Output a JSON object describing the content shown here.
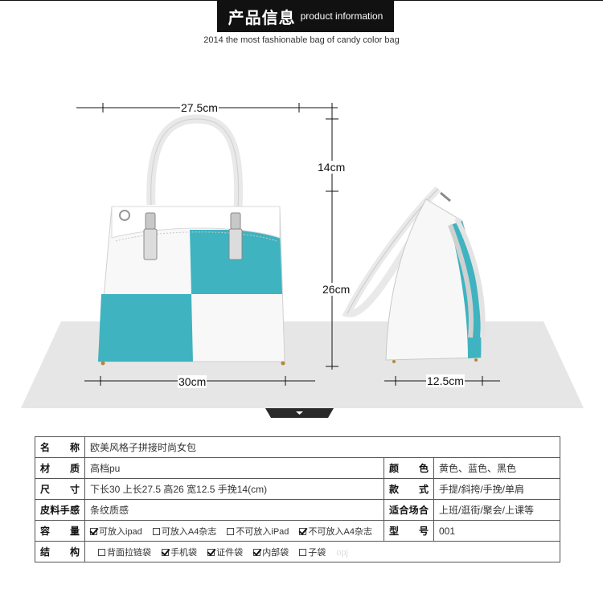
{
  "header": {
    "title_cn": "产品信息",
    "title_en": "product information",
    "subtitle": "2014 the most fashionable bag of candy color bag"
  },
  "dimensions": {
    "length_top": "27.5cm",
    "height_handle": "14cm",
    "height_body": "26cm",
    "length_bottom": "30cm",
    "width": "12.5cm"
  },
  "colors": {
    "teal": "#3fb3c0",
    "white_panel": "#f7f7f7",
    "floor": "#e8e8e8",
    "header_bg": "#111111"
  },
  "table": {
    "name": {
      "label": "名　　称",
      "value": "欧美风格子拼接时尚女包"
    },
    "material": {
      "label": "材　　质",
      "value": "高档pu",
      "label2": "颜　　色",
      "value2": "黄色、蓝色、黑色"
    },
    "size": {
      "label": "尺　　寸",
      "value": "下长30  上长27.5   高26   宽12.5   手挽14(cm)",
      "label2": "款　　式",
      "value2": "手提/斜挎/手挽/单肩"
    },
    "texture": {
      "label": "皮料手感",
      "value": "条纹质感",
      "label2": "适合场合",
      "value2": "上班/逛街/聚会/上课等"
    },
    "capacity": {
      "label": "容　　量",
      "options": [
        {
          "text": "可放入ipad",
          "checked": true
        },
        {
          "text": "可放入A4杂志",
          "checked": false
        },
        {
          "text": "不可放入iPad",
          "checked": false
        },
        {
          "text": "不可放入A4杂志",
          "checked": true
        }
      ],
      "label2": "型　　号",
      "value2": "001"
    },
    "structure": {
      "label": "结　　构",
      "options": [
        {
          "text": "背面拉链袋",
          "checked": false
        },
        {
          "text": "手机袋",
          "checked": true
        },
        {
          "text": "证件袋",
          "checked": true
        },
        {
          "text": "内部袋",
          "checked": true
        },
        {
          "text": "子袋",
          "checked": false
        }
      ],
      "watermark": "opj"
    }
  }
}
